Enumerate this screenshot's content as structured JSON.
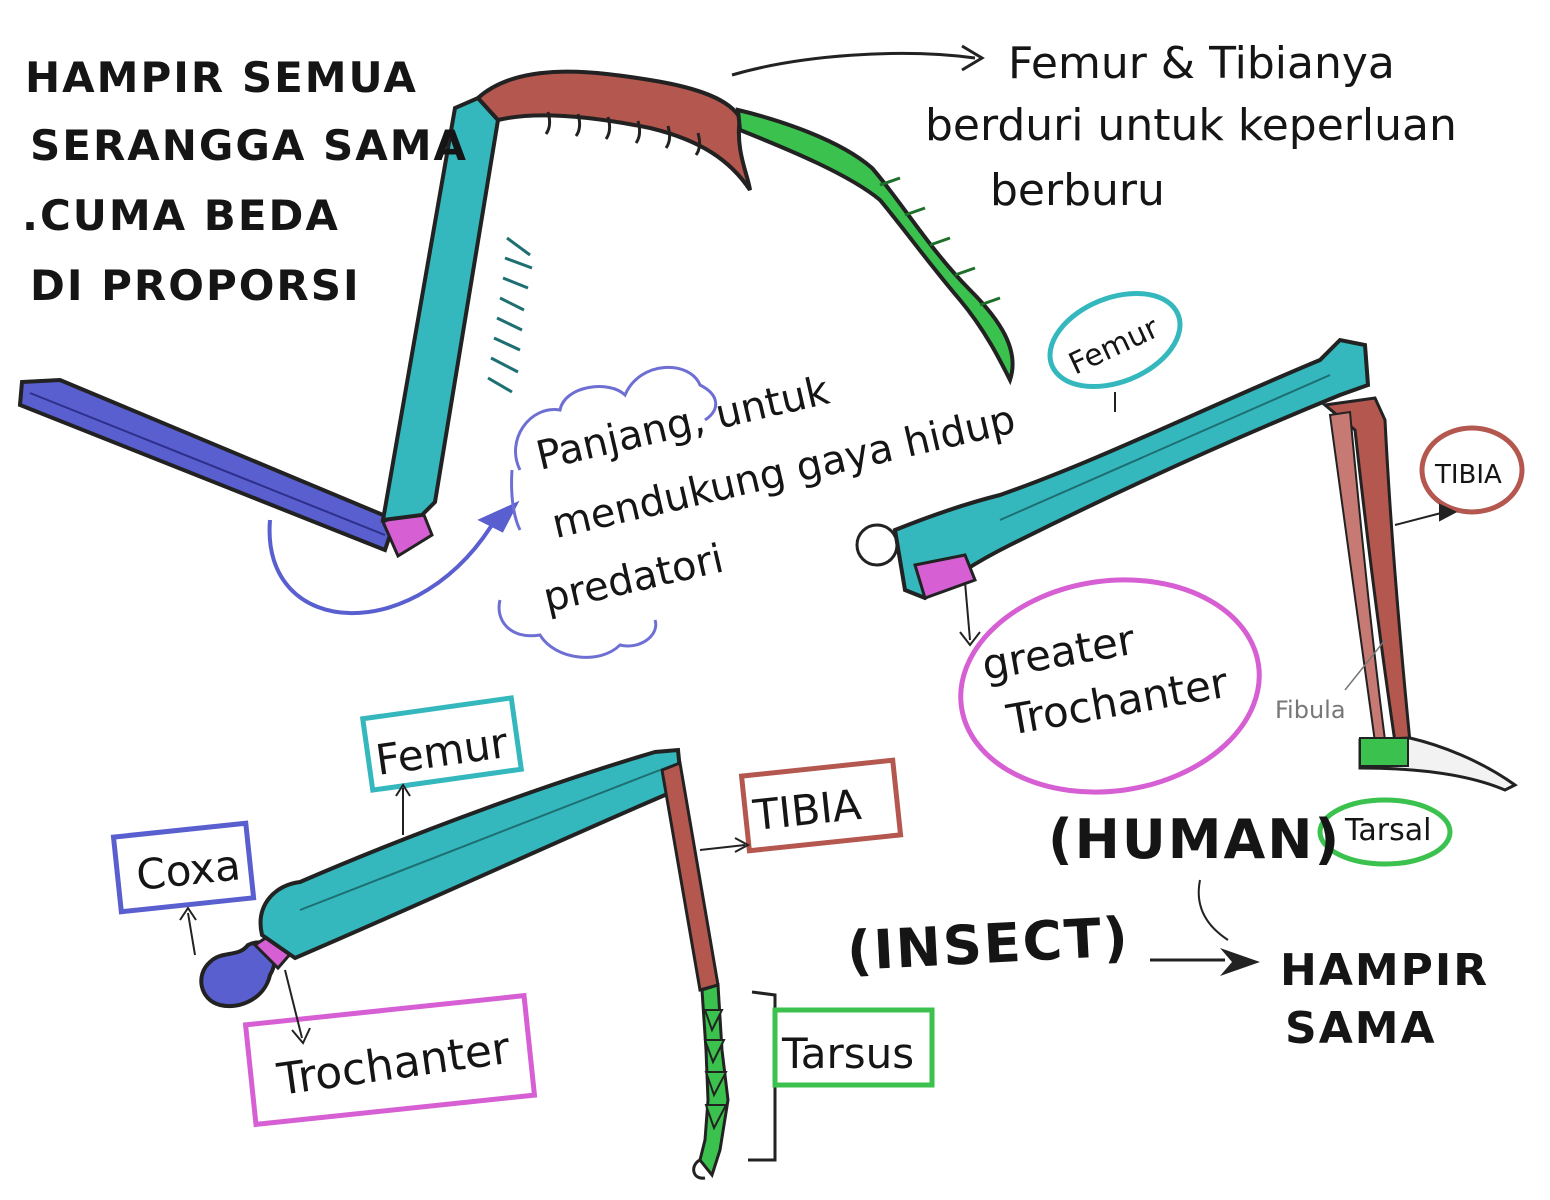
{
  "intro_note": {
    "lines": [
      "HAMPIR SEMUA",
      "SERANGGA SAMA",
      ".CUMA BEDA",
      "DI PROPORSI"
    ]
  },
  "mantis_note": {
    "lines": [
      "Femur & Tibianya",
      "berduri untuk keperluan",
      "berburu"
    ]
  },
  "predator_note": {
    "lines": [
      "Panjang, untuk",
      "mendukung gaya hidup",
      "predatori"
    ]
  },
  "human_labels": {
    "femur": "Femur",
    "tibia": "TIBIA",
    "greater_trochanter": [
      "greater",
      "Trochanter"
    ],
    "fibula": "Fibula",
    "tarsal": "Tarsal",
    "caption": "(HUMAN)"
  },
  "insect_labels": {
    "coxa": "Coxa",
    "femur": "Femur",
    "tibia": "TIBIA",
    "trochanter": "Trochanter",
    "tarsus": "Tarsus",
    "caption": "(INSECT)"
  },
  "conclusion": {
    "lines": [
      "HAMPIR",
      "SAMA"
    ]
  },
  "colors": {
    "coxa": "#5a5fd0",
    "trochanter": "#d65fd3",
    "femur": "#35b8bd",
    "tibia": "#b3574f",
    "tarsus": "#3bc24e",
    "ink": "#151515"
  }
}
